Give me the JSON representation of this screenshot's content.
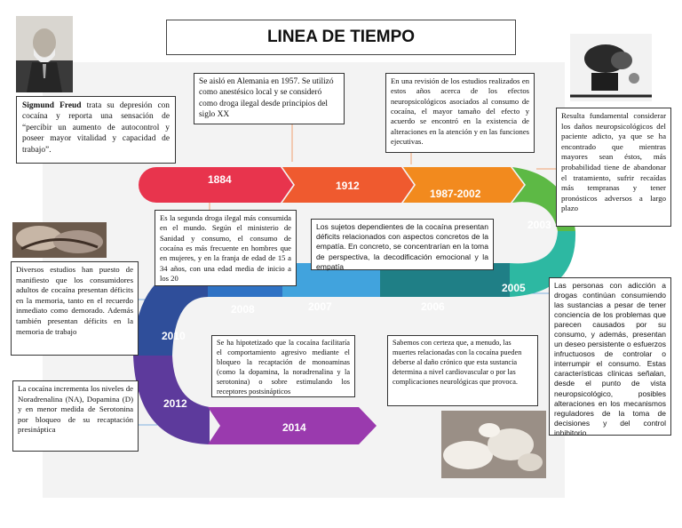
{
  "title": "LINEA DE TIEMPO",
  "years": [
    "1884",
    "1912",
    "1987-2002",
    "2003",
    "2005",
    "2006",
    "2007",
    "2008",
    "2010",
    "2012",
    "2014"
  ],
  "notes": {
    "freud": {
      "name": "Sigmund Freud",
      "text": " trata su depresión con cocaína y reporta una sensación de “percibir un aumento de autocontrol y poseer mayor vitalidad y capacidad de trabajo”."
    },
    "n1912": "Se aisló en Alemania en 1957. Se utilizó como anestésico local y se consideró como droga ilegal desde principios del siglo XX",
    "n1987": "En una revisión de los estudios realizados en estos años acerca de los efectos neuropsicológicos asociados al consumo de cocaína, el mayor tamaño del efecto y acuerdo se encontró en la existencia de alteraciones en la atención y en las funciones ejecutivas.",
    "n2003": "Resulta fundamental considerar los daños neuropsicológicos del paciente adicto, ya que se ha encontrado que mientras mayores sean éstos, más probabilidad tiene de abandonar el tratamiento, sufrir recaídas más tempranas y tener pronósticos adversos a largo plazo",
    "segunda": "Es la segunda droga ilegal más consumida en el mundo. Según el ministerio de Sanidad y consumo, el consumo de cocaína es más frecuente en hombres que en mujeres, y en la franja de edad de 15 a 34 años, con una edad media de inicio a los 20",
    "dependientes": "Los sujetos dependientes de la cocaína presentan déficits relacionados con aspectos concretos de la empatía. En concreto, se concentrarían en la toma de perspectiva, la decodificación emocional y la empatía",
    "memoria": "Diversos estudios han puesto de manifiesto que los consumidores adultos de cocaína presentan déficits en la memoria, tanto en el recuerdo inmediato como demorado. Además también presentan déficits en la memoria de trabajo",
    "adiccion": "Las personas con adicción a drogas continúan consumiendo las sustancias a pesar de tener conciencia de los problemas que parecen causados por su consumo, y además, presentan un deseo persistente o esfuerzos infructuosos de controlar o interrumpir el consumo. Estas características clínicas señalan, desde el punto de vista neuropsicológico, posibles alteraciones en los mecanismos reguladores de la toma de decisiones y del control inhibitorio",
    "hipotetizado": "Se ha hipotetizado que la cocaína facilitaría el comportamiento agresivo mediante el bloqueo la recaptación de monoaminas (como la dopamina, la noradrenalina y la serotonina) o sobre estimulando los receptores postsinápticos",
    "certeza": "Sabemos con certeza que, a menudo, las muertes relacionadas con la cocaína pueden deberse al daño crónico que esta sustancia determina a nivel cardiovascular o por las complicaciones neurológicas que provoca.",
    "noradrenalina": "La cocaína incrementa los niveles de Noradrenalina (NA), Dopamina (D) y en menor medida de Serotonina por bloqueo de su recaptación presináptica"
  },
  "colors": {
    "y1884": "#e8344d",
    "y1912": "#ef5a2f",
    "y1987": "#f28a1e",
    "y2003": "#5db945",
    "y2005": "#2db8a2",
    "y2006": "#1f7f86",
    "y2007": "#41a3dd",
    "y2008": "#2f72c4",
    "y2010": "#2f4e9a",
    "y2012": "#5d3a9c",
    "y2014": "#9a3aae"
  }
}
